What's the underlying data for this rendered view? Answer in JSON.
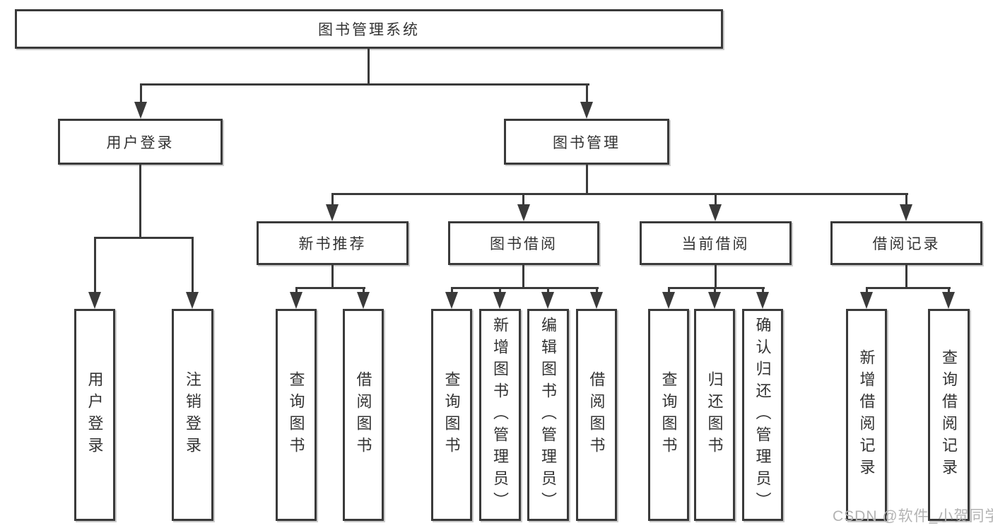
{
  "diagram": {
    "root": {
      "label": "图书管理系统"
    },
    "level2": {
      "user_login": {
        "label": "用户登录"
      },
      "book_mgmt": {
        "label": "图书管理"
      }
    },
    "level3": {
      "new_book_rec": {
        "label": "新书推荐"
      },
      "book_borrow": {
        "label": "图书借阅"
      },
      "current_borrow": {
        "label": "当前借阅"
      },
      "borrow_record": {
        "label": "借阅记录"
      }
    },
    "leaves": {
      "user_login_leaf": {
        "label": "用户登录"
      },
      "logout": {
        "label": "注销登录"
      },
      "rec_query_book": {
        "label": "查询图书"
      },
      "rec_borrow_book": {
        "label": "借阅图书"
      },
      "bb_query_book": {
        "label": "查询图书"
      },
      "bb_add_book": {
        "label": "新增图书（管理员）"
      },
      "bb_edit_book": {
        "label": "编辑图书（管理员）"
      },
      "bb_borrow_book": {
        "label": "借阅图书"
      },
      "cb_query_book": {
        "label": "查询图书"
      },
      "cb_return_book": {
        "label": "归还图书"
      },
      "cb_confirm_return": {
        "label": "确认归还（管理员）"
      },
      "br_add_record": {
        "label": "新增借阅记录"
      },
      "br_query_record": {
        "label": "查询借阅记录"
      }
    },
    "watermark": "CSDN @软件_小贺同学",
    "colors": {
      "line": "#3a3a3a",
      "text": "#333333",
      "watermark": "#b3b3b3"
    }
  }
}
